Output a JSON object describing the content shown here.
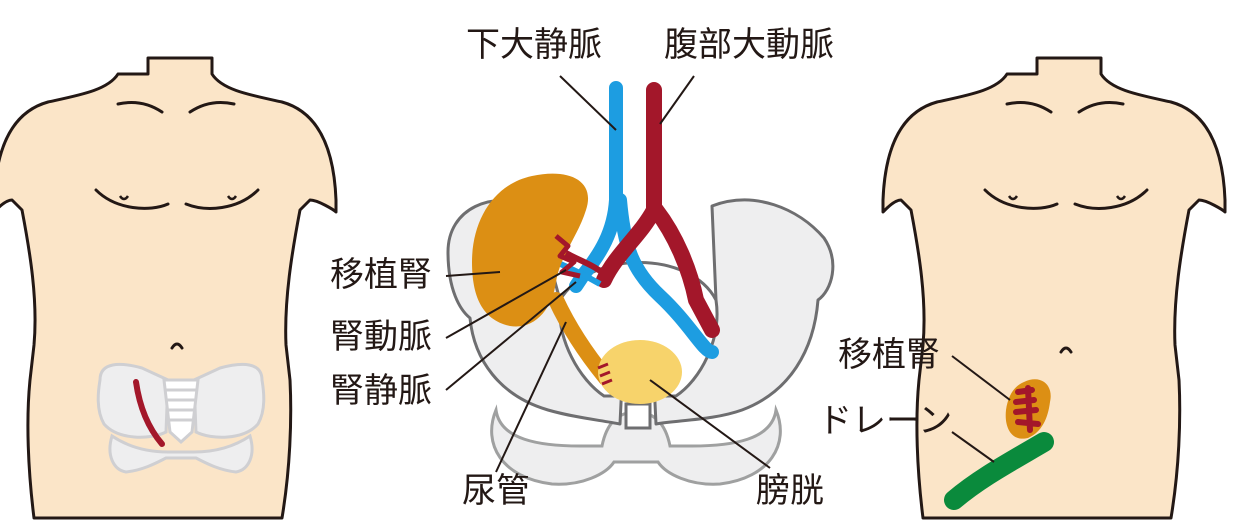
{
  "labels": {
    "ivc": "下大静脈",
    "aorta": "腹部大動脈",
    "transplanted_kidney": "移植腎",
    "renal_artery": "腎動脈",
    "renal_vein": "腎静脈",
    "ureter": "尿管",
    "bladder": "膀胱",
    "transplanted_kidney_right": "移植腎",
    "drain": "ドレーン"
  },
  "colors": {
    "skin": "#fbe5c8",
    "outline": "#231815",
    "bone": "#eeeeef",
    "kidney": "#dc8f14",
    "artery": "#a3172a",
    "vein": "#1d9de1",
    "bladder": "#f7d36b",
    "drain": "#0a8a3c"
  }
}
